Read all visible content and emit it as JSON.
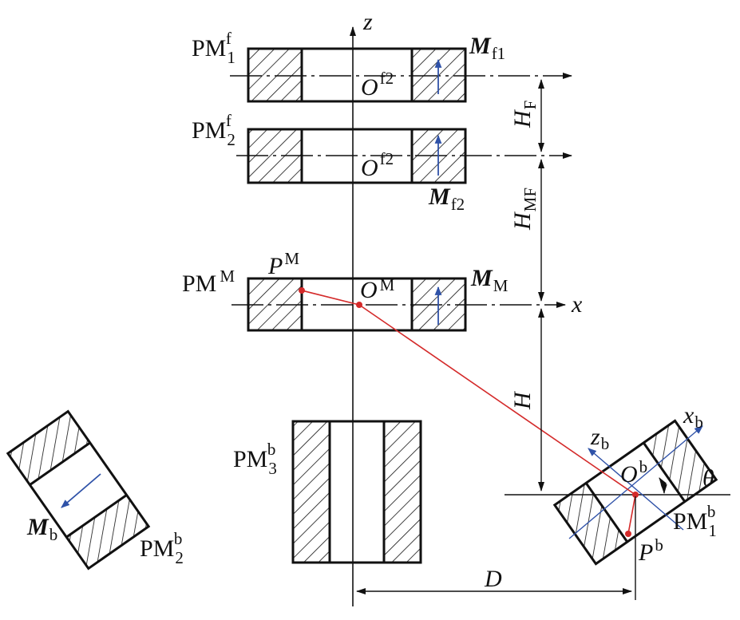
{
  "colors": {
    "stroke": "#111111",
    "accent_red": "#d42a2a",
    "moment_blue": "#2f52a8",
    "background": "#ffffff"
  },
  "labels": {
    "pm1f": {
      "base": "PM",
      "sub": "1",
      "sup": "f"
    },
    "pm2f": {
      "base": "PM",
      "sub": "2",
      "sup": "f"
    },
    "pmM": {
      "base": "PM",
      "sup": "M"
    },
    "pm3b": {
      "base": "PM",
      "sub": "3",
      "sup": "b"
    },
    "pm2b": {
      "base": "PM",
      "sub": "2",
      "sup": "b"
    },
    "pm1b": {
      "base": "PM",
      "sub": "1",
      "sup": "b"
    },
    "mf1": {
      "base": "M",
      "sub": "f1"
    },
    "mf2": {
      "base": "M",
      "sub": "f2"
    },
    "mM": {
      "base": "M",
      "sub": "M"
    },
    "mb": {
      "base": "M",
      "sub": "b"
    },
    "of2_top": {
      "base": "O",
      "sup": "f2"
    },
    "of2_bottom": {
      "base": "O",
      "sup": "f2"
    },
    "oM": {
      "base": "O",
      "sup": "M"
    },
    "ob": {
      "base": "O",
      "sup": "b"
    },
    "pM": {
      "base": "P",
      "sup": "M"
    },
    "pb": {
      "base": "P",
      "sup": "b"
    },
    "axis_z": "z",
    "axis_x": "x",
    "axis_xb": {
      "base": "x",
      "sub": "b"
    },
    "axis_zb": {
      "base": "z",
      "sub": "b"
    },
    "theta": "θ",
    "dim_H_F": {
      "base": "H",
      "sub": "F"
    },
    "dim_H_MF": {
      "base": "H",
      "sub": "MF"
    },
    "dim_H": "H",
    "dim_D": "D"
  }
}
